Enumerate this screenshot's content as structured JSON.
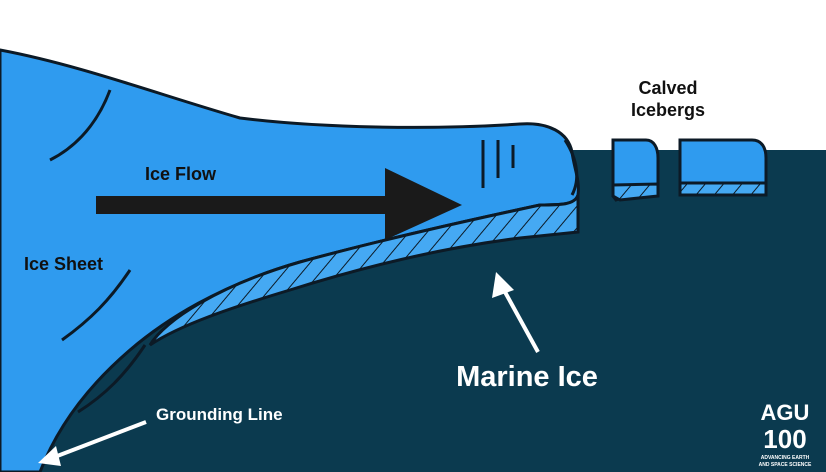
{
  "labels": {
    "ice_flow": "Ice Flow",
    "ice_sheet": "Ice Sheet",
    "calved_icebergs_line1": "Calved",
    "calved_icebergs_line2": "Icebergs",
    "marine_ice": "Marine Ice",
    "grounding_line": "Grounding Line"
  },
  "logo": {
    "line1": "AGU",
    "line2": "100",
    "tagline1": "ADVANCING EARTH",
    "tagline2": "AND SPACE SCIENCE"
  },
  "colors": {
    "ocean": "#0b3a4f",
    "ice": "#2f9bef",
    "ice_light": "#45a9f3",
    "outline": "#0c1a26",
    "background": "#ffffff",
    "arrow": "#1a1a1a"
  }
}
